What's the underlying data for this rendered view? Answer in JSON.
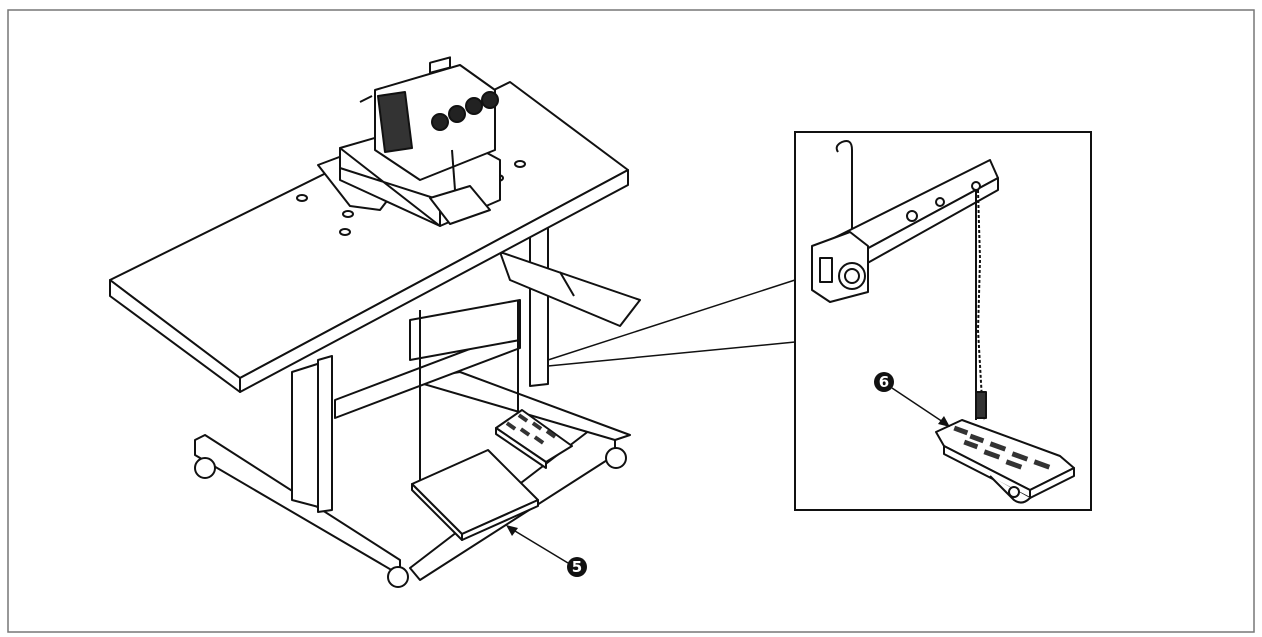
{
  "figure": {
    "description_visible": false,
    "callouts": [
      {
        "id": "callout-5",
        "label": "5"
      },
      {
        "id": "callout-6",
        "label": "6"
      }
    ],
    "colors": {
      "line": "#111111",
      "fill": "#ffffff",
      "frame": "#777777"
    }
  }
}
